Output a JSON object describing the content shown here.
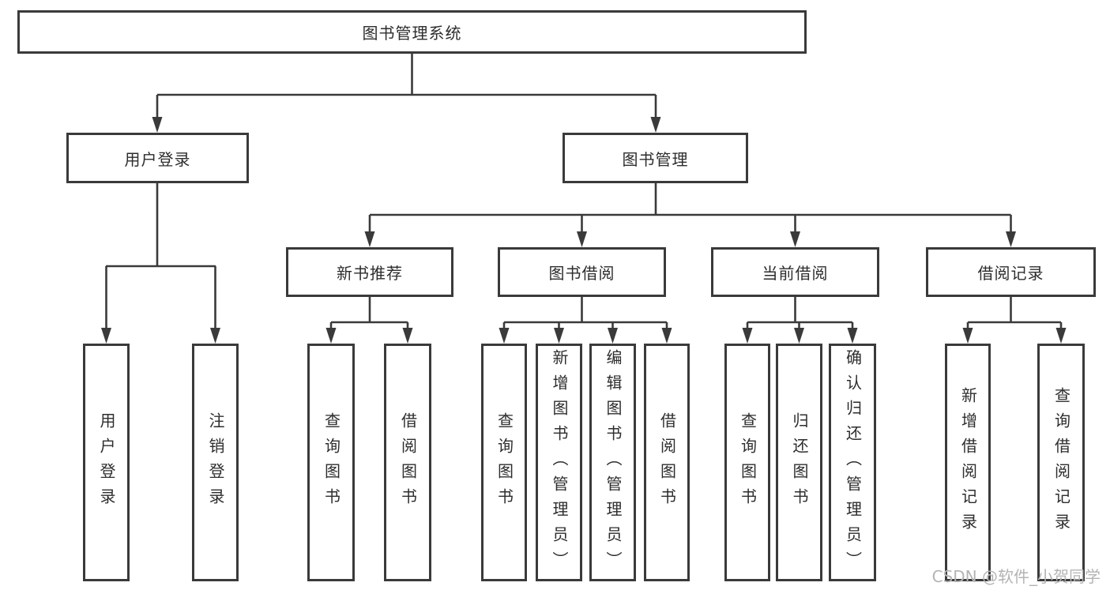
{
  "colors": {
    "line": "#3a3a3a",
    "text": "#2d2d2d",
    "background": "#ffffff",
    "watermark": "#b4b4b4"
  },
  "watermark": "CSDN @软件_小贺同学",
  "diagram": {
    "type": "hierarchy",
    "root": {
      "label": "图书管理系统",
      "children": [
        {
          "label": "用户登录",
          "children": [
            {
              "label": "用户登录"
            },
            {
              "label": "注销登录"
            }
          ]
        },
        {
          "label": "图书管理",
          "children": [
            {
              "label": "新书推荐",
              "children": [
                {
                  "label": "查询图书"
                },
                {
                  "label": "借阅图书"
                }
              ]
            },
            {
              "label": "图书借阅",
              "children": [
                {
                  "label": "查询图书"
                },
                {
                  "label": "新增图书（管理员）"
                },
                {
                  "label": "编辑图书（管理员）"
                },
                {
                  "label": "借阅图书"
                }
              ]
            },
            {
              "label": "当前借阅",
              "children": [
                {
                  "label": "查询图书"
                },
                {
                  "label": "归还图书"
                },
                {
                  "label": "确认归还（管理员）"
                }
              ]
            },
            {
              "label": "借阅记录",
              "children": [
                {
                  "label": "新增借阅记录"
                },
                {
                  "label": "查询借阅记录"
                }
              ]
            }
          ]
        }
      ]
    }
  }
}
